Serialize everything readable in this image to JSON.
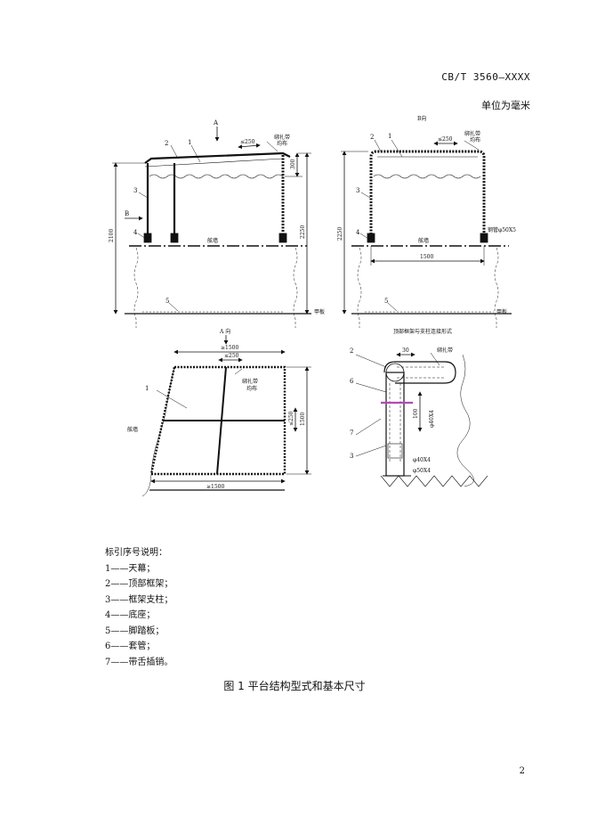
{
  "header": {
    "standard_code": "CB/T 3560—XXXX",
    "unit_note": "单位为毫米"
  },
  "figure": {
    "views": {
      "front": {
        "direction_label": "A",
        "callouts": [
          "2",
          "1",
          "3",
          "B",
          "4",
          "5"
        ],
        "note_binding": "绑扎带",
        "note_even": "均布",
        "dim_spacing": "≤250",
        "dim_height": "2100",
        "dim_total": "2250",
        "dim_top": "300",
        "label_bulwark": "舷墙",
        "label_deck": "甲板"
      },
      "side": {
        "direction_label": "B向",
        "callouts": [
          "2",
          "1",
          "3",
          "4",
          "5"
        ],
        "note_binding": "绑扎带",
        "note_even": "均布",
        "dim_spacing": "≤250",
        "dim_height": "2250",
        "dim_width": "1500",
        "label_bulwark": "舷墙",
        "label_deck": "甲板",
        "label_pipe": "钢管φ50X5"
      },
      "plan": {
        "direction_label": "A 向",
        "callouts": [
          "1"
        ],
        "dim_top_min": "≥1500",
        "dim_spacing": "≤250",
        "dim_bottom_min": "≥1500",
        "dim_depth": "1500",
        "dim_side": "≤250",
        "note_binding": "绑扎带",
        "note_even": "均布",
        "label_bulwark": "舷墙"
      },
      "detail": {
        "title": "顶部框架与支柱连接形式",
        "callouts": [
          "2",
          "6",
          "7",
          "3"
        ],
        "dim_30": "30",
        "dim_100": "100",
        "note_binding": "绑扎带",
        "label_pipe_top": "φ40X4",
        "label_pipe_mid": "φ40X4",
        "label_pipe_bottom": "φ50X4"
      }
    },
    "legend": {
      "title": "标引序号说明：",
      "items": [
        "1——天幕；",
        "2——顶部框架；",
        "3——框架支柱；",
        "4——底座；",
        "5——脚踏板；",
        "6——套管；",
        "7——带舌插销。"
      ]
    },
    "caption": "图 1    平台结构型式和基本尺寸"
  },
  "page_number": "2"
}
